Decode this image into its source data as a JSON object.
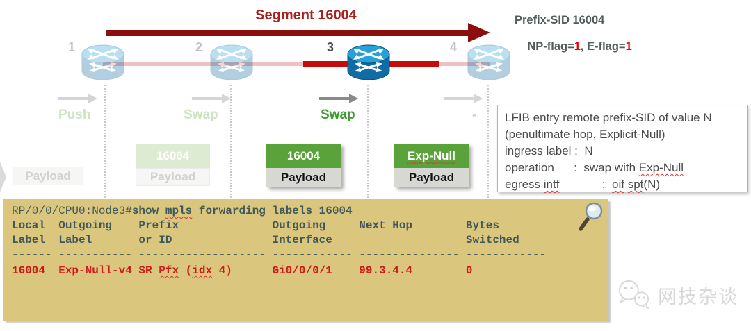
{
  "diagram": {
    "title": "Segment 16004",
    "prefix_sid_note": {
      "line1": "Prefix-SID 16004",
      "np_label": "NP-flag=",
      "np_value": "1",
      "mid": ", E-flag=",
      "e_value": "1"
    },
    "routers": [
      {
        "number": "1",
        "state": "ghost"
      },
      {
        "number": "2",
        "state": "ghost"
      },
      {
        "number": "3",
        "state": "active"
      },
      {
        "number": "4",
        "state": "ghost"
      }
    ],
    "operations": [
      "Push",
      "Swap",
      "Swap",
      "-"
    ],
    "stacks": [
      {
        "payload": "Payload"
      },
      {
        "label": "16004",
        "payload": "Payload"
      },
      {
        "label": "16004",
        "payload": "Payload"
      },
      {
        "label_segments": [
          {
            "t": "Exp-Null",
            "sq": true
          }
        ],
        "payload": "Payload"
      }
    ]
  },
  "lfib_note": {
    "lines": [
      [
        {
          "t": "LFIB entry remote prefix-SID of value N"
        }
      ],
      [
        {
          "t": "(penultimate hop, Explicit-Null)"
        }
      ],
      [
        {
          "t": "ingress label :  N"
        }
      ],
      [
        {
          "t": "operation      :  swap with "
        },
        {
          "t": "Exp-Null",
          "sq": true
        }
      ],
      [
        {
          "t": "egress "
        },
        {
          "t": "intf",
          "sq": true
        },
        {
          "t": "             :  "
        },
        {
          "t": "oif",
          "sq": true
        },
        {
          "t": " "
        },
        {
          "t": "spt",
          "sq": true
        },
        {
          "t": "(N)"
        }
      ]
    ]
  },
  "terminal": {
    "prompt": "RP/0/0/CPU0:Node3#",
    "command_segments": [
      {
        "t": "show "
      },
      {
        "t": "mpls",
        "sq": true
      },
      {
        "t": " forwarding labels 16004"
      }
    ],
    "header_line1": "Local  Outgoing    Prefix              Outgoing     Next Hop        Bytes",
    "header_line2": "Label  Label       or ID               Interface                    Switched",
    "separator": "------ ----------- ------------------- ------------ --------------- ------------",
    "row_segments": [
      {
        "t": "16004  Exp-Null-v4 SR "
      },
      {
        "t": "Pfx",
        "sq": true
      },
      {
        "t": " ("
      },
      {
        "t": "idx",
        "sq": true
      },
      {
        "t": " 4)      Gi0/0/0/1    99.3.4.4        0"
      }
    ]
  },
  "watermark": {
    "text": "网技杂谈"
  },
  "colors": {
    "title_red": "#a82220",
    "arrow_maroon": "#8c0f10",
    "link_pink": "#f2c0c0",
    "link_red": "#c60b0b",
    "active_green": "#3e9b31",
    "label_green": "#5aa33a",
    "flag_red": "#ea0000",
    "terminal_bg": "#dbc67e",
    "terminal_text": "#3f585a",
    "terminal_row_red": "#ce1a1a"
  }
}
